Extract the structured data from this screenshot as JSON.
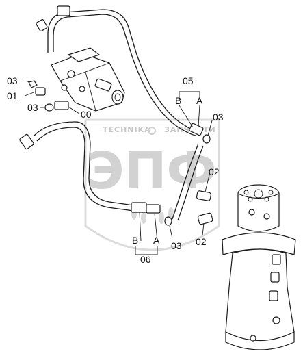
{
  "labels": {
    "part_03_top": "03",
    "part_01": "01",
    "part_03_left": "03",
    "part_00": "00",
    "part_05": "05",
    "port_b_top": "B",
    "port_a_top": "A",
    "part_03_right": "03",
    "part_02_upper": "02",
    "part_02_lower": "02",
    "part_03_bottom": "03",
    "port_b_bottom": "B",
    "port_a_bottom": "A",
    "part_06": "06"
  },
  "watermark": {
    "brand_left": "TECHNIKA",
    "brand_right": "ЗАПЧАСТИ",
    "letters": "ЭПФ"
  },
  "colors": {
    "line": "#1a1a1a",
    "watermark": "#d2d2d2"
  }
}
